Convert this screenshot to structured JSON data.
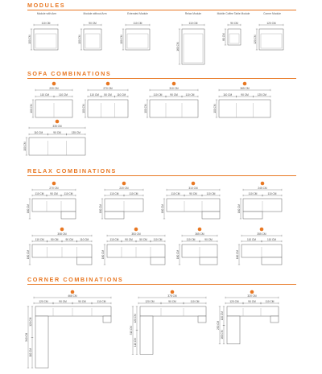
{
  "sections": {
    "modules": "MODULES",
    "sofa": "SOFA COMBINATIONS",
    "relax": "RELAX COMBINATIONS",
    "corner": "CORNER COMBINATIONS"
  },
  "modules": [
    {
      "name": "Module with Arm",
      "width": "110 CM",
      "depth": "100 CM"
    },
    {
      "name": "Module without Arm",
      "width": "90 CM",
      "depth": "100 CM"
    },
    {
      "name": "Extended Module",
      "width": "110 CM",
      "depth": "100 CM"
    },
    {
      "name": "Relax Module",
      "width": "110 CM",
      "depth": "160 CM"
    },
    {
      "name": "Mobile Coffee Table Module",
      "width": "90 CM",
      "depth": "80 CM"
    },
    {
      "name": "Corner Module",
      "width": "120 CM",
      "depth": "120 CM"
    }
  ],
  "sofa_combos": [
    {
      "total": "220 CM",
      "parts": [
        "110 CM",
        "110 CM"
      ],
      "depth": "100 CM"
    },
    {
      "total": "270 CM",
      "parts": [
        "110 CM",
        "50 CM",
        "110 CM"
      ],
      "depth": "100 CM"
    },
    {
      "total": "310 CM",
      "parts": [
        "110 CM",
        "90 CM",
        "110 CM"
      ],
      "depth": "100 CM"
    },
    {
      "total": "365 CM",
      "parts": [
        "110 CM",
        "90 CM",
        "125 CM"
      ],
      "depth": "100 CM"
    },
    {
      "total": "335 CM",
      "parts": [
        "110 CM",
        "90 CM",
        "135 CM"
      ],
      "depth": "100 CM"
    }
  ],
  "relax_combos": [
    {
      "total": "270 CM",
      "parts": [
        "110 CM",
        "90 CM",
        "110 CM"
      ],
      "depth": "160 CM"
    },
    {
      "total": "220 CM",
      "parts": [
        "110 CM",
        "110 CM"
      ],
      "depth": "160 CM"
    },
    {
      "total": "310 CM",
      "parts": [
        "110 CM",
        "90 CM",
        "110 CM"
      ],
      "depth": "160 CM"
    },
    {
      "total": "245 CM",
      "parts": [
        "110 CM",
        "110 CM"
      ],
      "depth": "160 CM"
    },
    {
      "total": "308 CM",
      "parts": [
        "110 CM",
        "50 CM",
        "90 CM",
        "110 CM"
      ],
      "depth": "180 CM"
    },
    {
      "total": "353 CM",
      "parts": [
        "110 CM",
        "90 CM",
        "50 CM",
        "110 CM"
      ],
      "depth": "180 CM"
    },
    {
      "total": "365 CM",
      "parts": [
        "110 CM",
        "90 CM"
      ],
      "depth": "180 CM"
    },
    {
      "total": "355 CM",
      "parts": [
        "110 CM",
        "110 CM"
      ],
      "depth": "160 CM"
    }
  ],
  "corner_combos": [
    {
      "total": "466 CM",
      "parts": [
        "120 CM",
        "90 CM",
        "90 CM",
        "110 CM"
      ],
      "side": "340 CM",
      "side_parts": [
        "120 CM",
        "110 CM"
      ]
    },
    {
      "total": "376 CM",
      "parts": [
        "120 CM",
        "90 CM",
        "110 CM"
      ],
      "side": "310 CM",
      "side_parts": [
        "120 CM",
        "110 CM"
      ]
    },
    {
      "total": "320 CM",
      "parts": [
        "120 CM",
        "90 CM",
        "110 CM"
      ],
      "side": "230 CM",
      "side_parts": [
        "120 CM",
        "160 CM"
      ]
    }
  ]
}
